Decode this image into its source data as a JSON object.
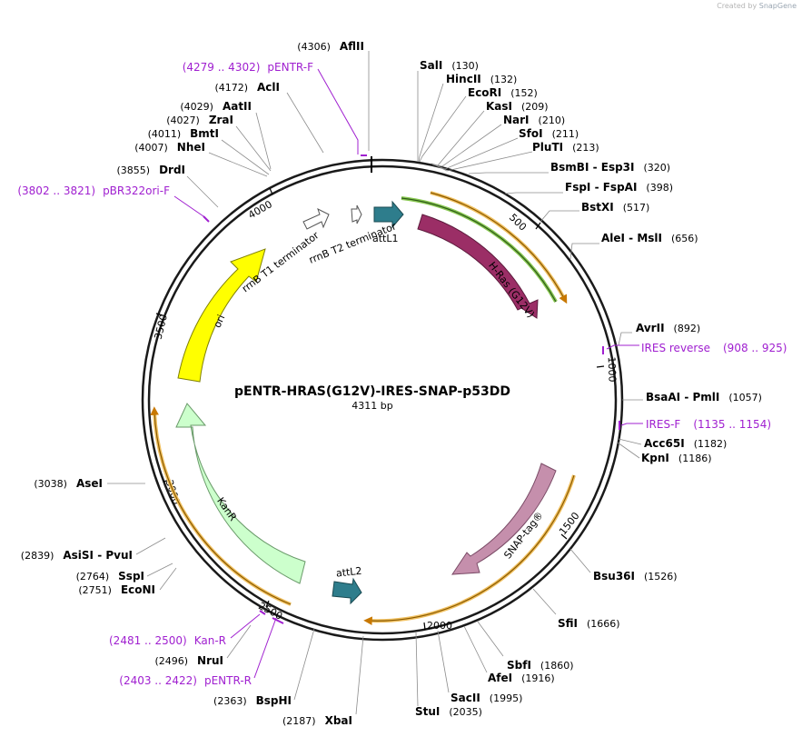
{
  "watermark": {
    "prefix": "Created by",
    "brand": "SnapGene"
  },
  "plasmid": {
    "name": "pENTR-HRAS(G12V)-IRES-SNAP-p53DD",
    "length_label": "4311 bp"
  },
  "ticks": [
    "500",
    "1000",
    "1500",
    "2000",
    "2500",
    "3000",
    "3500",
    "4000"
  ],
  "sites_right": [
    {
      "name": "SalI",
      "pos": "(130)"
    },
    {
      "name": "HincII",
      "pos": "(132)"
    },
    {
      "name": "EcoRI",
      "pos": "(152)"
    },
    {
      "name": "KasI",
      "pos": "(209)"
    },
    {
      "name": "NarI",
      "pos": "(210)"
    },
    {
      "name": "SfoI",
      "pos": "(211)"
    },
    {
      "name": "PluTI",
      "pos": "(213)"
    },
    {
      "name": "BsmBI  - Esp3I",
      "pos": "(320)"
    },
    {
      "name": "FspI  - FspAI",
      "pos": "(398)"
    },
    {
      "name": "BstXI",
      "pos": "(517)"
    },
    {
      "name": "AleI  - MslI",
      "pos": "(656)"
    },
    {
      "name": "AvrII",
      "pos": "(892)"
    },
    {
      "name": "BsaAI  - PmlI",
      "pos": "(1057)"
    },
    {
      "name": "Acc65I",
      "pos": "(1182)"
    },
    {
      "name": "KpnI",
      "pos": "(1186)"
    },
    {
      "name": "Bsu36I",
      "pos": "(1526)"
    },
    {
      "name": "SfiI",
      "pos": "(1666)"
    },
    {
      "name": "SbfI",
      "pos": "(1860)"
    },
    {
      "name": "AfeI",
      "pos": "(1916)"
    },
    {
      "name": "SacII",
      "pos": "(1995)"
    },
    {
      "name": "StuI",
      "pos": "(2035)"
    }
  ],
  "sites_left": [
    {
      "name": "AflII",
      "pos": "(4306)"
    },
    {
      "name": "AclI",
      "pos": "(4172)"
    },
    {
      "name": "AatII",
      "pos": "(4029)"
    },
    {
      "name": "ZraI",
      "pos": "(4027)"
    },
    {
      "name": "BmtI",
      "pos": "(4011)"
    },
    {
      "name": "NheI",
      "pos": "(4007)"
    },
    {
      "name": "DrdI",
      "pos": "(3855)"
    },
    {
      "name": "AseI",
      "pos": "(3038)"
    },
    {
      "name": "AsiSI  - PvuI",
      "pos": "(2839)"
    },
    {
      "name": "SspI",
      "pos": "(2764)"
    },
    {
      "name": "EcoNI",
      "pos": "(2751)"
    },
    {
      "name": "NruI",
      "pos": "(2496)"
    },
    {
      "name": "BspHI",
      "pos": "(2363)"
    },
    {
      "name": "XbaI",
      "pos": "(2187)"
    }
  ],
  "primers": [
    {
      "name": "pENTR-F",
      "range": "(4279 .. 4302)"
    },
    {
      "name": "pBR322ori-F",
      "range": "(3802 .. 3821)"
    },
    {
      "name": "IRES reverse",
      "range": "(908 .. 925)"
    },
    {
      "name": "IRES-F",
      "range": "(1135 .. 1154)"
    },
    {
      "name": "Kan-R",
      "range": "(2481 .. 2500)"
    },
    {
      "name": "pENTR-R",
      "range": "(2403 .. 2422)"
    }
  ],
  "features": {
    "attL1": "attL1",
    "hras": "H-Ras (G12V)",
    "snap": "SNAP-tag®",
    "attL2": "attL2",
    "kanr": "KanR",
    "ori": "ori",
    "rrnb_t1": "rrnB T1 terminator",
    "rrnb_t2": "rrnB T2 terminator"
  },
  "colors": {
    "backbone": "#222222",
    "attL": "#2e7d8c",
    "hras": "#9b2e66",
    "snap": "#c58fac",
    "kanr": "#ccffcc",
    "ori": "#ffff00",
    "orf": "#f0b040",
    "green_orf": "#88c850",
    "primer": "#a020d0"
  }
}
